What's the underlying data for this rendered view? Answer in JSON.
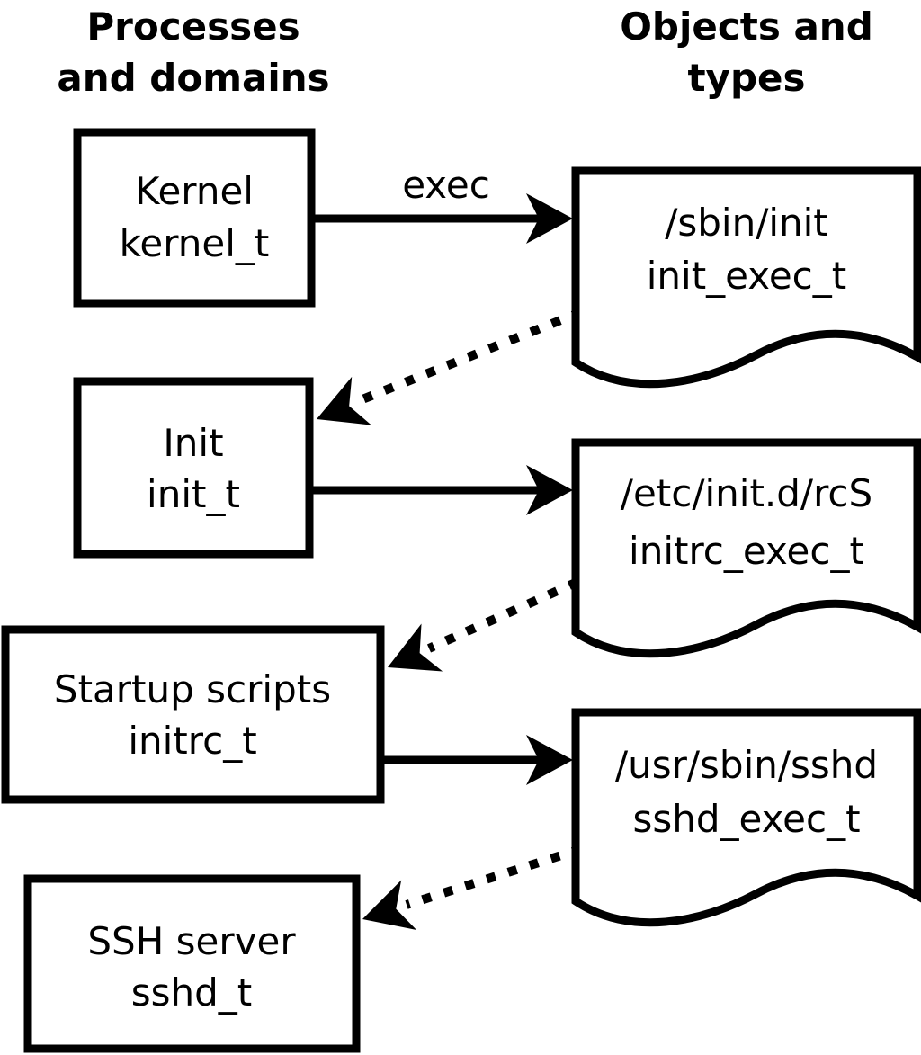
{
  "colors": {
    "foreground": "#000000",
    "background": "#ffffff"
  },
  "headers": {
    "left": {
      "line1": "Processes",
      "line2": "and domains"
    },
    "right": {
      "line1": "Objects and",
      "line2": "types"
    }
  },
  "processes": [
    {
      "name": "Kernel",
      "type": "kernel_t"
    },
    {
      "name": "Init",
      "type": "init_t"
    },
    {
      "name": "Startup scripts",
      "type": "initrc_t"
    },
    {
      "name": "SSH server",
      "type": "sshd_t"
    }
  ],
  "objects": [
    {
      "path": "/sbin/init",
      "type": "init_exec_t"
    },
    {
      "path": "/etc/init.d/rcS",
      "type": "initrc_exec_t"
    },
    {
      "path": "/usr/sbin/sshd",
      "type": "sshd_exec_t"
    }
  ],
  "edges": {
    "exec_label": "exec",
    "solid": [
      {
        "from": "kernel_t",
        "to": "init_exec_t"
      },
      {
        "from": "init_t",
        "to": "initrc_exec_t"
      },
      {
        "from": "initrc_t",
        "to": "sshd_exec_t"
      }
    ],
    "dotted": [
      {
        "from": "init_exec_t",
        "to": "init_t"
      },
      {
        "from": "initrc_exec_t",
        "to": "initrc_t"
      },
      {
        "from": "sshd_exec_t",
        "to": "sshd_t"
      }
    ]
  }
}
